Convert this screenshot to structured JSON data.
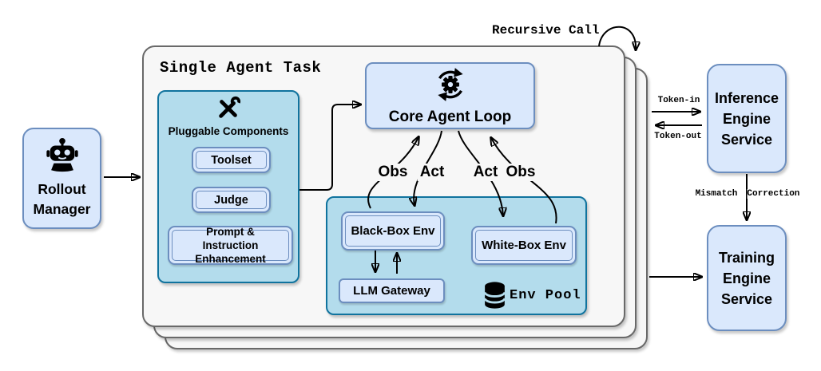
{
  "nodes": {
    "rollout": "Rollout\nManager",
    "task_title": "Single Agent Task",
    "pluggable_title": "Pluggable Components",
    "pluggable_items": [
      "Toolset",
      "Judge",
      "Prompt & Instruction Enhancement"
    ],
    "core": "Core Agent Loop",
    "black_box": "Black-Box Env",
    "white_box": "White-Box Env",
    "llm_gateway": "LLM Gateway",
    "env_pool": "Env Pool",
    "inference": "Inference\nEngine\nService",
    "training": "Training\nEngine\nService"
  },
  "labels": {
    "recursive": "Recursive Call",
    "token_in": "Token-in",
    "token_out": "Token-out",
    "mismatch": [
      "Mismatch",
      "Correction"
    ],
    "obs": "Obs",
    "act": "Act"
  },
  "icons": {
    "rollout": "robot-icon",
    "pluggable": "tools-icon",
    "core": "gear-loop-icon",
    "env_pool": "database-icon"
  },
  "colors": {
    "node_fill": "#dae8fc",
    "node_border": "#6c8ebf",
    "container_fill": "#b3dcec",
    "container_border": "#10739e",
    "panel_fill": "#f7f7f7",
    "panel_border": "#696969",
    "line": "#000000"
  }
}
